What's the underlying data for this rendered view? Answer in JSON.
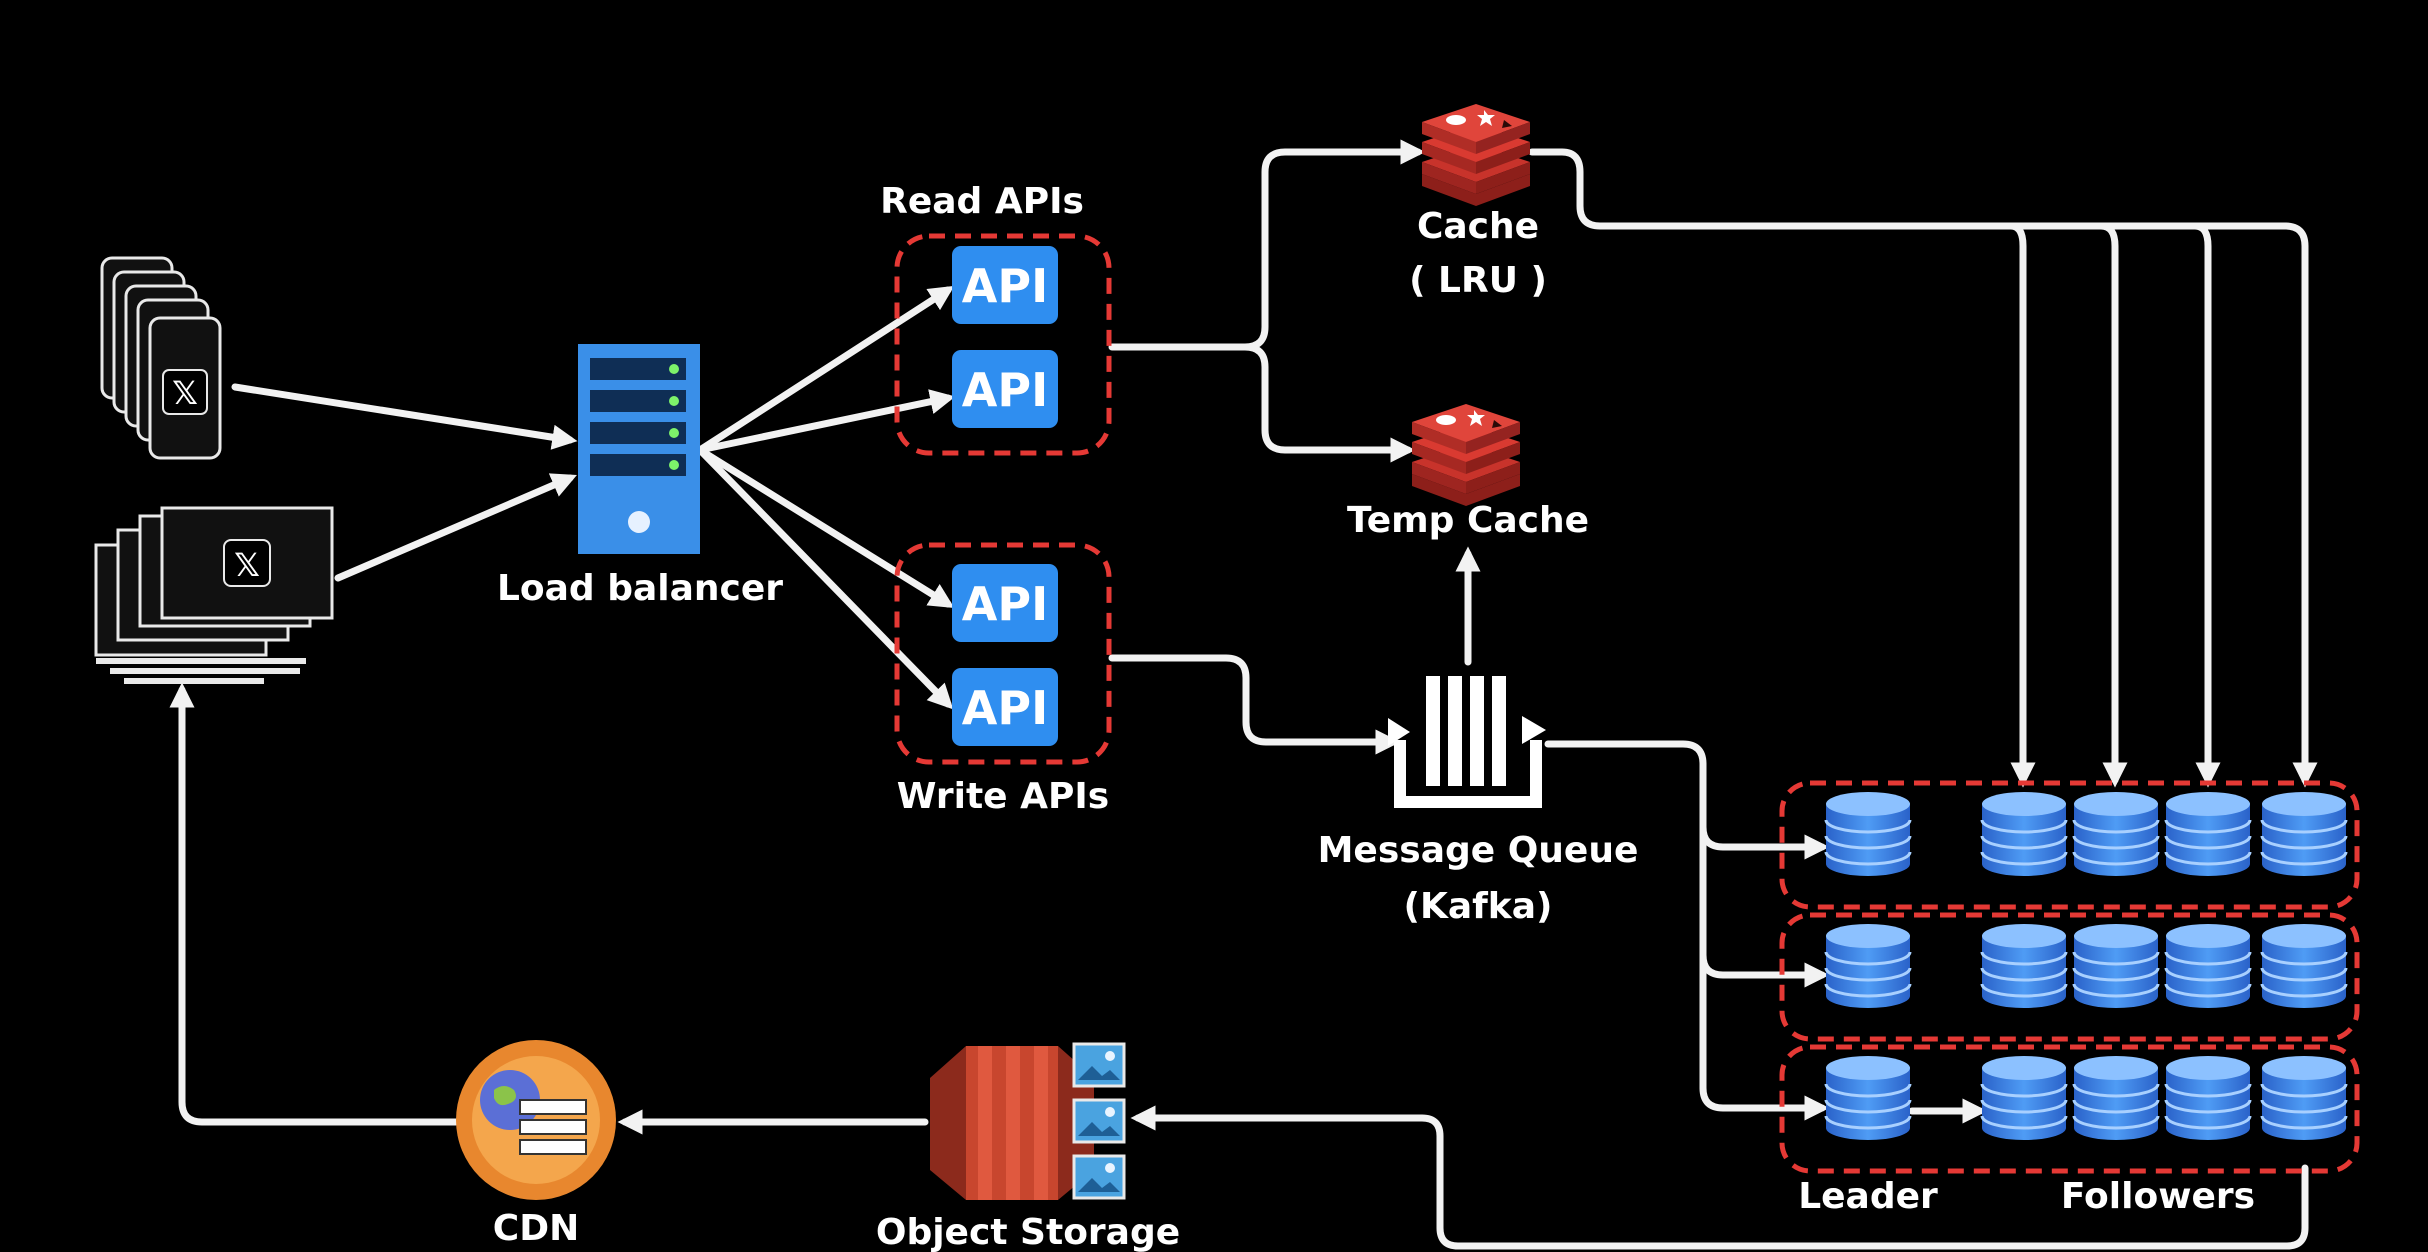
{
  "labels": {
    "read_apis": "Read APIs",
    "write_apis": "Write APIs",
    "api": "API",
    "load_balancer": "Load balancer",
    "cache": "Cache",
    "cache_policy": "( LRU )",
    "temp_cache": "Temp Cache",
    "message_queue": "Message Queue",
    "message_queue_impl": "(Kafka)",
    "leader": "Leader",
    "followers": "Followers",
    "cdn": "CDN",
    "object_storage": "Object Storage",
    "client_logo": "𝕏"
  },
  "colors": {
    "background": "#000000",
    "connector": "#f2f2f2",
    "api_box": "#2f8ef0",
    "dashed_group": "#e53935",
    "server_blue": "#3a8fe8",
    "db_blue": "#2f78e3",
    "redis_red": "#c8332b",
    "cdn_orange": "#e8872e",
    "storage_red": "#c8462e"
  },
  "icons": {
    "phones": "smartphone-stack-icon",
    "monitors": "desktop-stack-icon",
    "load_balancer": "server-icon",
    "cache": "redis-icon",
    "temp_cache": "redis-icon",
    "queue": "message-queue-icon",
    "database": "database-icon",
    "cdn": "cdn-icon",
    "object_storage": "s3-bucket-icon",
    "images": "image-icon"
  }
}
